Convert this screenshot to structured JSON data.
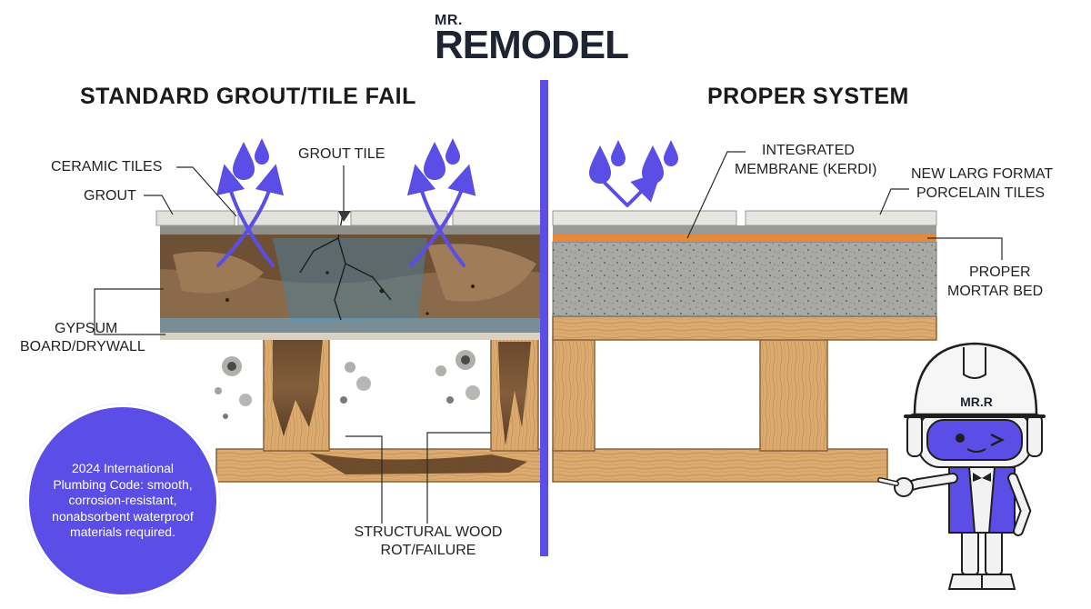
{
  "logo": {
    "top_text": "MR.",
    "main_text": "REMODEL"
  },
  "headings": {
    "left": "STANDARD GROUT/TILE FAIL",
    "right": "PROPER SYSTEM"
  },
  "left_callouts": {
    "ceramic_tiles": "CERAMIC TILES",
    "grout": "GROUT",
    "grout_tile": "GROUT TILE",
    "gypsum_line1": "GYPSUM",
    "gypsum_line2": "BOARD/DRYWALL",
    "wood_line1": "STRUCTURAL WOOD",
    "wood_line2": "ROT/FAILURE"
  },
  "right_callouts": {
    "membrane_line1": "INTEGRATED",
    "membrane_line2": "MEMBRANE (KERDI)",
    "porcelain_line1": "NEW LARG FORMAT",
    "porcelain_line2": "PORCELAIN TILES",
    "mortar_line1": "PROPER",
    "mortar_line2": "MORTAR BED"
  },
  "code_note": {
    "text": "2024 International Plumbing Code: smooth, corrosion-resistant, nonabsorbent waterproof materials required."
  },
  "mascot": {
    "helmet_label": "MR.R"
  },
  "colors": {
    "accent": "#5a4ee6",
    "wood": "#d9a86c",
    "wood_dark": "#b8854a",
    "rot": "#6b4a2e",
    "mortar": "#a9a9a6",
    "tile": "#e3e1dc",
    "membrane": "#e58a3a",
    "text": "#1c1c1c"
  }
}
